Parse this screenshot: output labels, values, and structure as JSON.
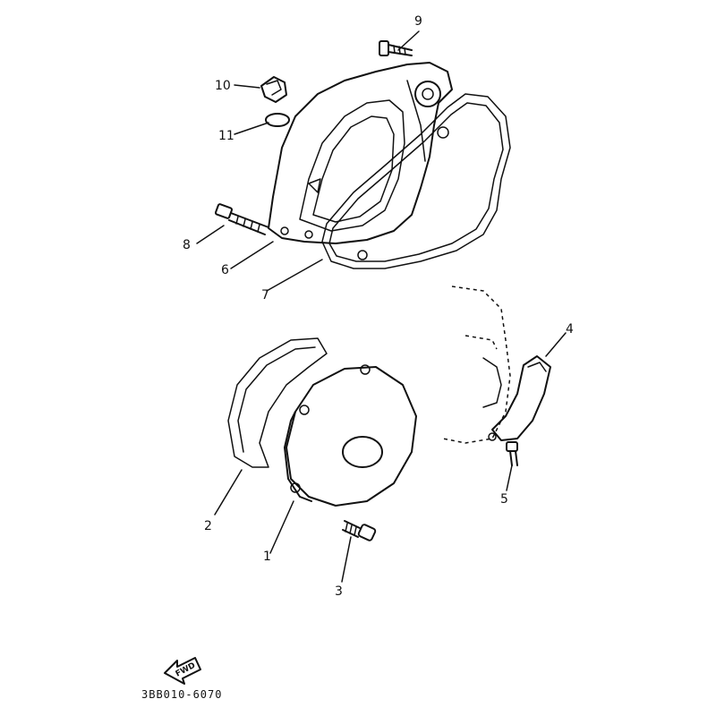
{
  "diagram": {
    "callouts": [
      {
        "id": "1",
        "text": "1"
      },
      {
        "id": "2",
        "text": "2"
      },
      {
        "id": "3",
        "text": "3"
      },
      {
        "id": "4",
        "text": "4"
      },
      {
        "id": "5",
        "text": "5"
      },
      {
        "id": "6",
        "text": "6"
      },
      {
        "id": "7",
        "text": "7"
      },
      {
        "id": "8",
        "text": "8"
      },
      {
        "id": "9",
        "text": "9"
      },
      {
        "id": "10",
        "text": "10"
      },
      {
        "id": "11",
        "text": "11"
      }
    ],
    "forward_arrow": {
      "text": "FWD"
    },
    "part_number": "3BB010-6070"
  }
}
